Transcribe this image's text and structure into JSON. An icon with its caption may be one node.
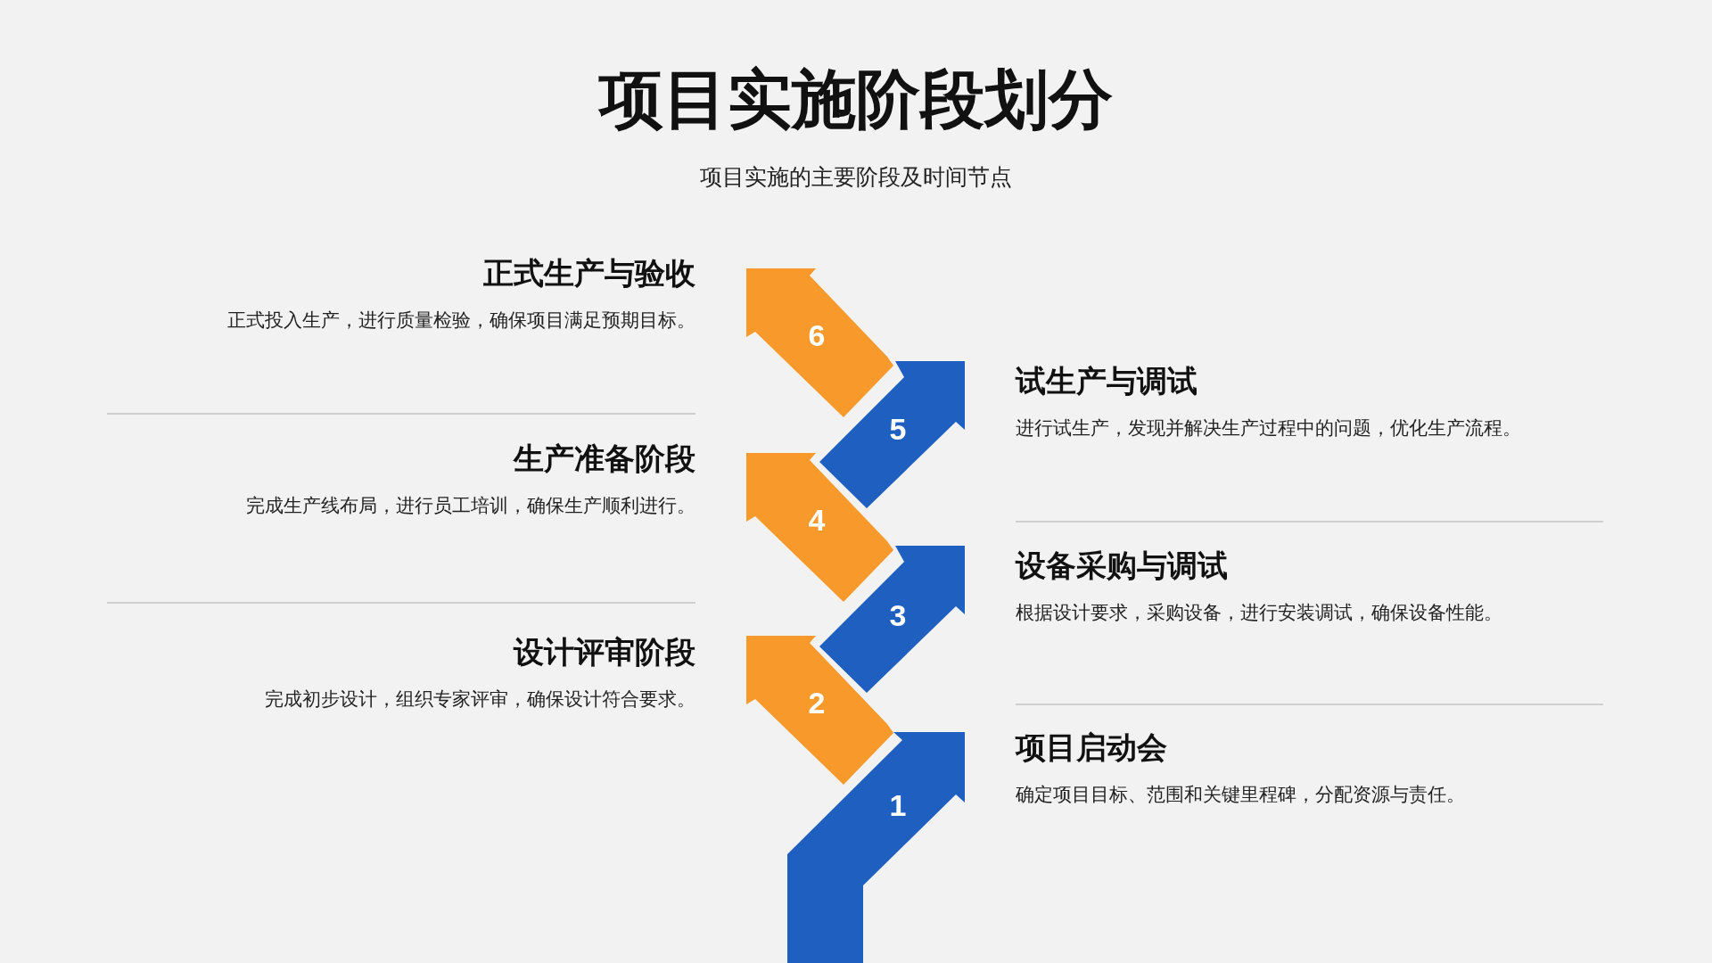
{
  "diagram": {
    "title": "项目实施阶段划分",
    "caption": "项目实施的主要阶段及时间节点",
    "nodes": [
      {
        "text": [
          "1"
        ],
        "beside": [
          "项目启动会",
          "确定项目目标、范围和关键里程碑，分配资源与责任。"
        ]
      },
      {
        "text": [
          "2"
        ],
        "beside": [
          "设计评审阶段",
          "完成初步设计，组织专家评审，确保设计符合要求。"
        ]
      },
      {
        "text": [
          "3"
        ],
        "beside": [
          "设备采购与调试",
          "根据设计要求，采购设备，进行安装调试，确保设备性能。"
        ]
      },
      {
        "text": [
          "4"
        ],
        "beside": [
          "生产准备阶段",
          "完成生产线布局，进行员工培训，确保生产顺利进行。"
        ]
      },
      {
        "text": [
          "5"
        ],
        "beside": [
          "试生产与调试",
          "进行试生产，发现并解决生产过程中的问题，优化生产流程。"
        ]
      },
      {
        "text": [
          "6"
        ],
        "beside": [
          "正式生产与验收",
          "正式投入生产，进行质量检验，确保项目满足预期目标。"
        ]
      }
    ]
  }
}
